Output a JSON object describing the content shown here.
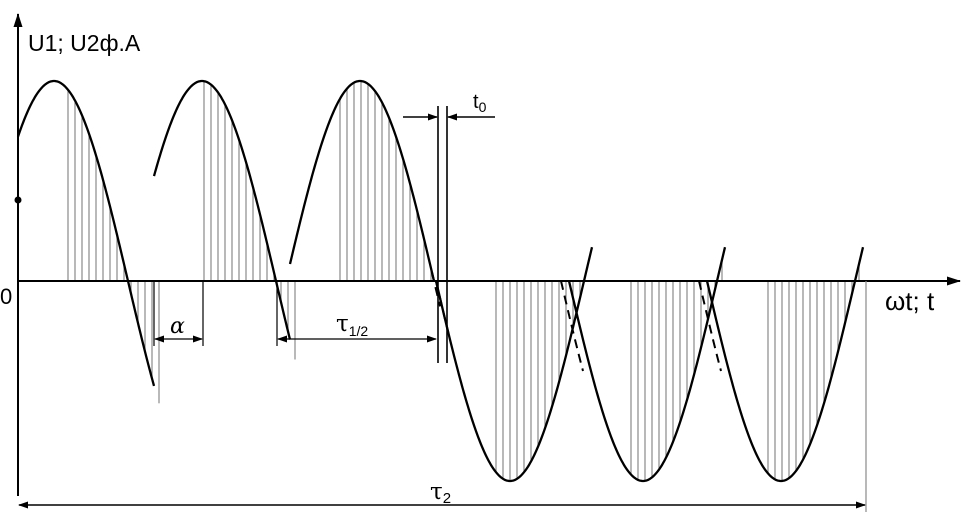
{
  "labels": {
    "y_axis": "U1; U2ф.A",
    "x_axis": "ωt; t",
    "origin": "0",
    "alpha": "α",
    "tau_half_main": "τ",
    "tau_half_sub": "1/2",
    "tau2_main": "τ",
    "tau2_sub": "2",
    "t0_main": "t",
    "t0_sub": "0"
  },
  "colors": {
    "ink": "#000000",
    "hatch": "#8a8a8a",
    "background": "#ffffff"
  }
}
